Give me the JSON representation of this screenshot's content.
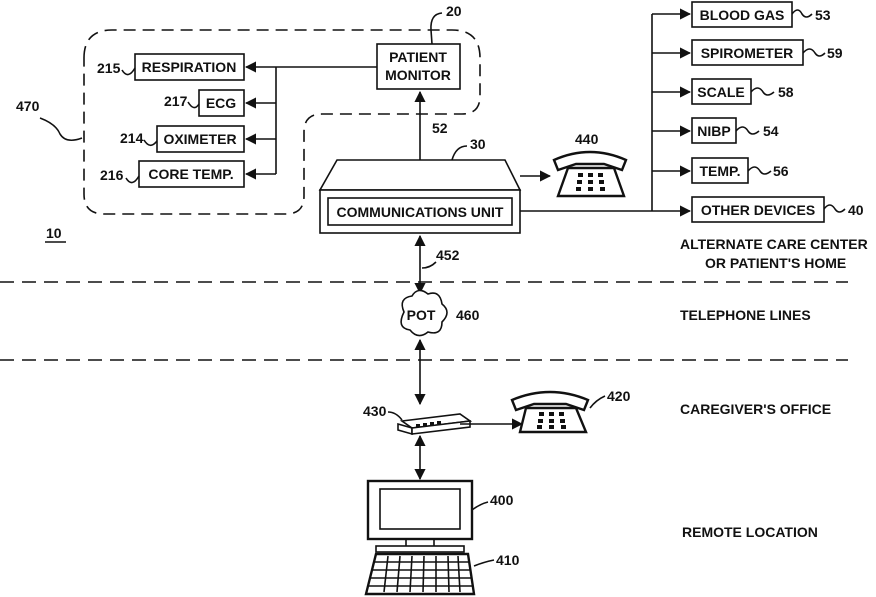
{
  "figure_ref": "10",
  "boxes": {
    "patient_monitor": {
      "line1": "PATIENT",
      "line2": "MONITOR",
      "ref": "20"
    },
    "respiration": {
      "label": "RESPIRATION",
      "ref": "215"
    },
    "ecg": {
      "label": "ECG",
      "ref": "217"
    },
    "oximeter": {
      "label": "OXIMETER",
      "ref": "214"
    },
    "core_temp": {
      "label": "CORE TEMP.",
      "ref": "216"
    },
    "communications_unit": {
      "label": "COMMUNICATIONS UNIT",
      "ref": "30"
    },
    "blood_gas": {
      "label": "BLOOD GAS",
      "ref": "53"
    },
    "spirometer": {
      "label": "SPIROMETER",
      "ref": "59"
    },
    "scale": {
      "label": "SCALE",
      "ref": "58"
    },
    "nibp": {
      "label": "NIBP",
      "ref": "54"
    },
    "temp": {
      "label": "TEMP.",
      "ref": "56"
    },
    "other_devices": {
      "label": "OTHER DEVICES",
      "ref": "40"
    },
    "pot": {
      "label": "POT",
      "ref": "460"
    }
  },
  "refs": {
    "group": "470",
    "link_monitor": "52",
    "link_comm": "452",
    "phone_home": "440",
    "modem": "430",
    "phone_office": "420",
    "computer": "400",
    "keyboard": "410"
  },
  "zones": {
    "home_line1": "ALTERNATE CARE CENTER",
    "home_line2": "OR PATIENT'S HOME",
    "telephone": "TELEPHONE LINES",
    "caregiver": "CAREGIVER'S OFFICE",
    "remote": "REMOTE LOCATION"
  }
}
